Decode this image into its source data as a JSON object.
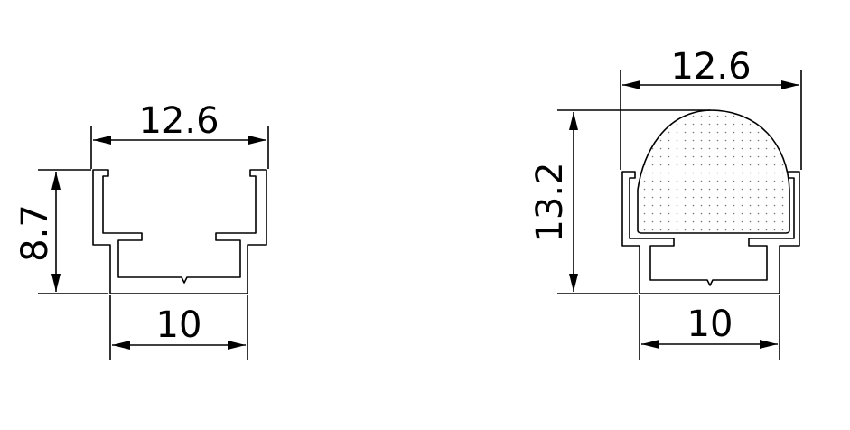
{
  "profile_left": {
    "dim_top_width": "12.6",
    "dim_height": "8.7",
    "dim_bottom_width": "10"
  },
  "profile_right": {
    "dim_top_width": "12.6",
    "dim_height": "13.2",
    "dim_bottom_width": "10"
  },
  "colors": {
    "line": "#000000",
    "background": "#ffffff",
    "diffuser_fill": "#ffffff",
    "diffuser_dots": "#777777"
  }
}
